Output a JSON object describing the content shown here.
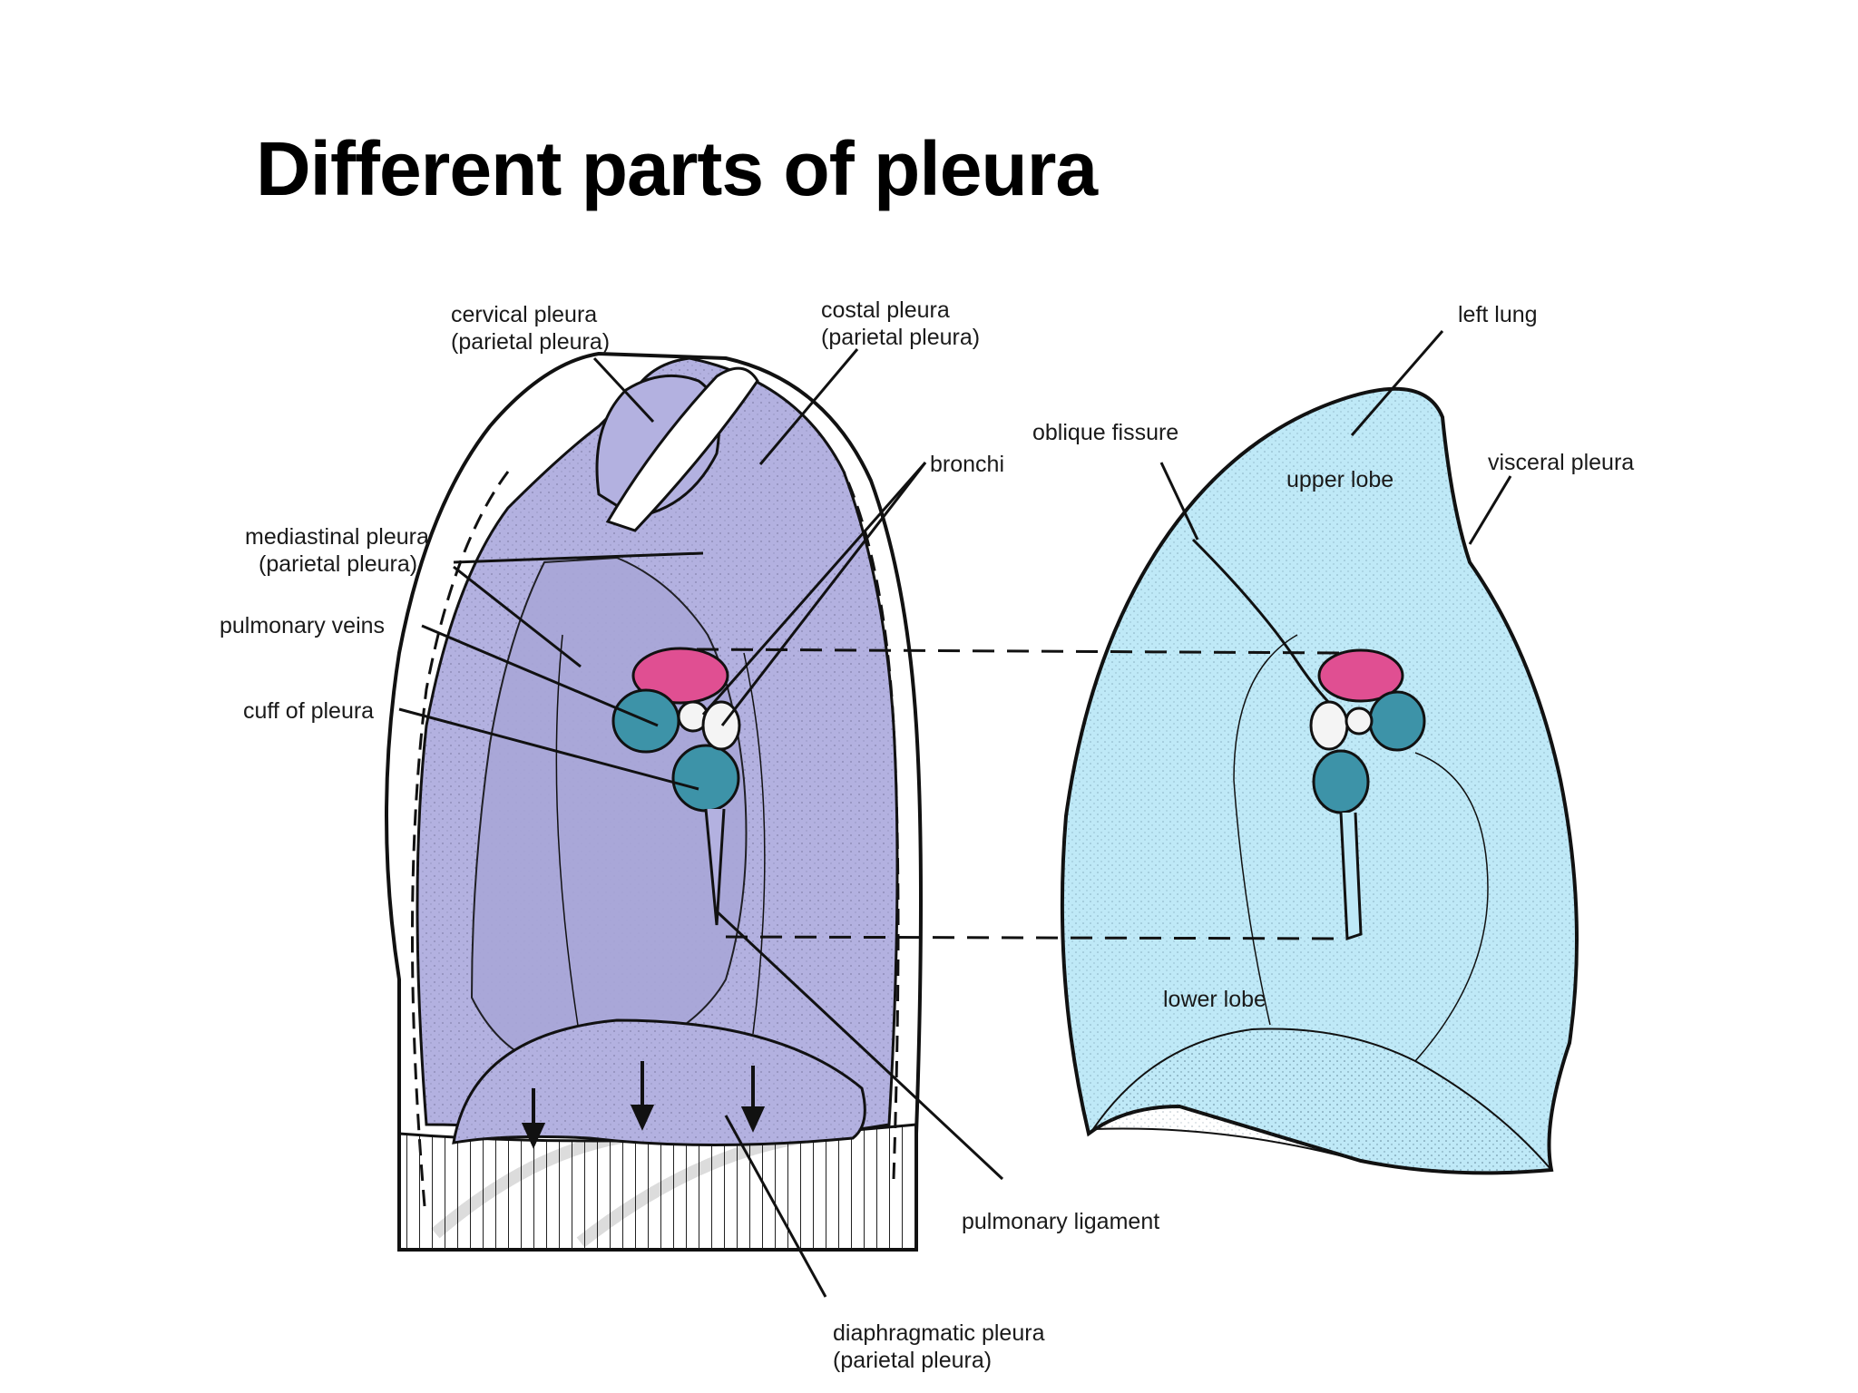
{
  "title": "Different parts of pleura",
  "colors": {
    "parietal_fill": "#b3b1e0",
    "lung_fill": "#bfe9f7",
    "vein_fill": "#3d93a8",
    "artery_fill": "#e04f92",
    "line": "#111111"
  },
  "labels": {
    "cervical": [
      "cervical pleura",
      "(parietal pleura)"
    ],
    "costal": [
      "costal pleura",
      "(parietal pleura)"
    ],
    "mediastinal": [
      "mediastinal pleura",
      "(parietal pleura)"
    ],
    "pulmonary_veins": "pulmonary veins",
    "cuff": "cuff of pleura",
    "bronchi": "bronchi",
    "diaphragmatic": [
      "diaphragmatic pleura",
      "(parietal pleura)"
    ],
    "pulmonary_ligament": "pulmonary ligament",
    "left_lung": "left lung",
    "oblique_fissure": "oblique fissure",
    "visceral_pleura": "visceral pleura",
    "upper_lobe": "upper lobe",
    "lower_lobe": "lower lobe"
  }
}
